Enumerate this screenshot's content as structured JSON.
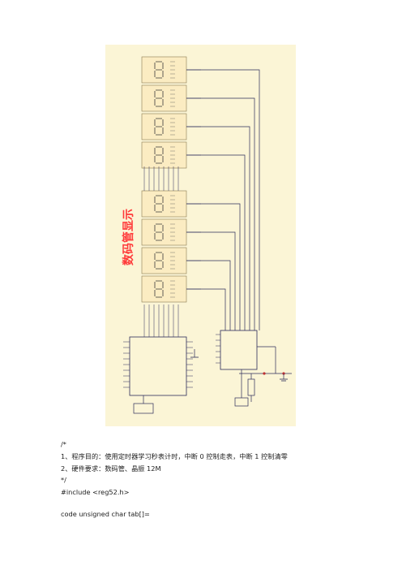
{
  "schematic": {
    "title": "数码管显示",
    "colors": {
      "bg": "#fbf5d6",
      "digit": "#fbecc2",
      "title": "#ff3a3a",
      "wire": "#2c2c5a"
    }
  },
  "code": {
    "comment_open": "/*",
    "line1": "1、程序目的：使用定时器学习秒表计时，中断 0 控制走表，中断 1 控制清零",
    "line2": "2、硬件要求：数码管、晶振 12M",
    "comment_close": "*/",
    "include": "#include <reg52.h>",
    "decl": "code unsigned char tab[]="
  }
}
